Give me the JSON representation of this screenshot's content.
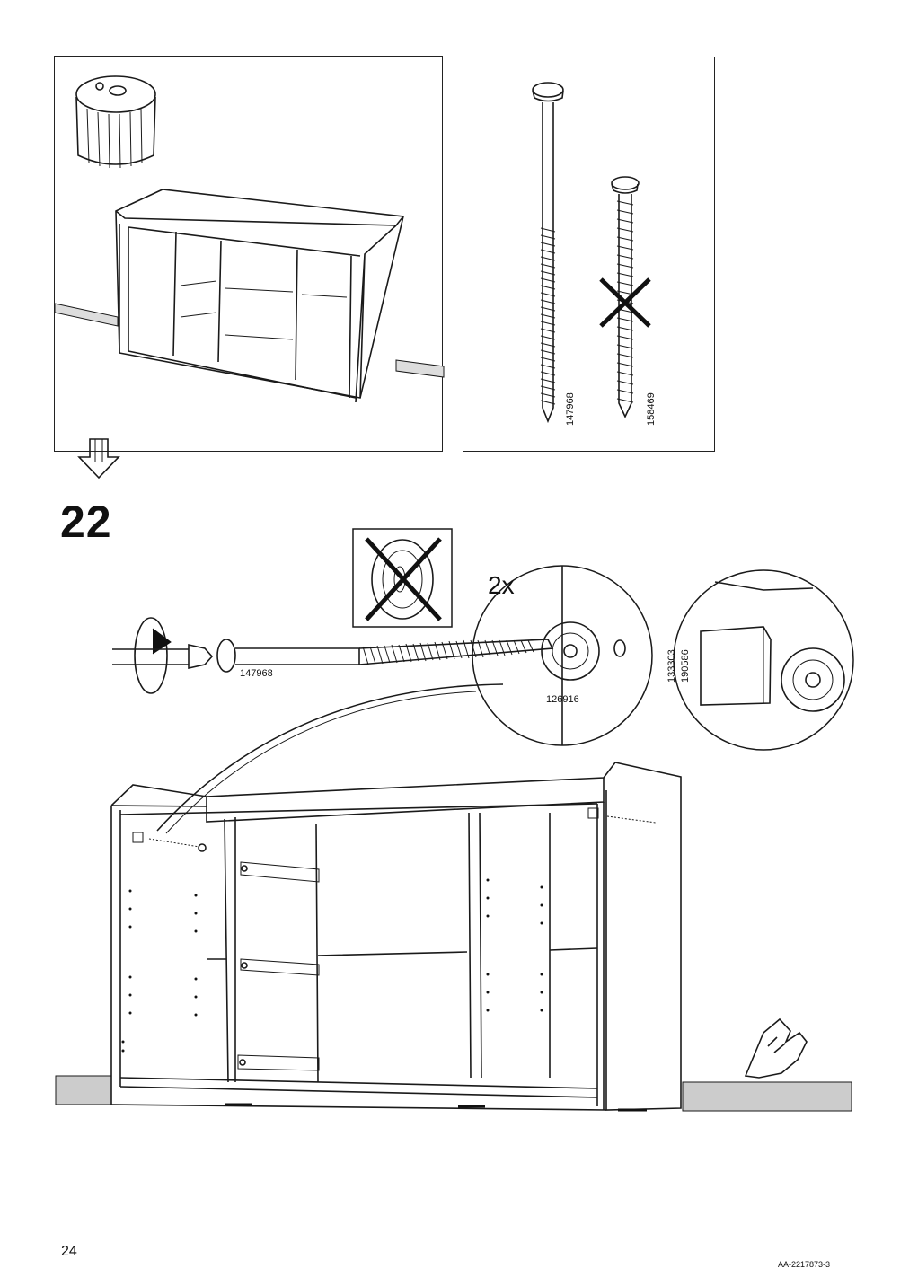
{
  "step": {
    "number": "22",
    "quantity": "2x"
  },
  "parts": {
    "screw_long": "147968",
    "screw_short": "158469",
    "screw_in_use": "147968",
    "washer": "126916",
    "cover_cap_a": "133303",
    "cover_cap_b": "190586"
  },
  "footer": {
    "page_number": "24",
    "document_code": "AA-2217873-3"
  }
}
